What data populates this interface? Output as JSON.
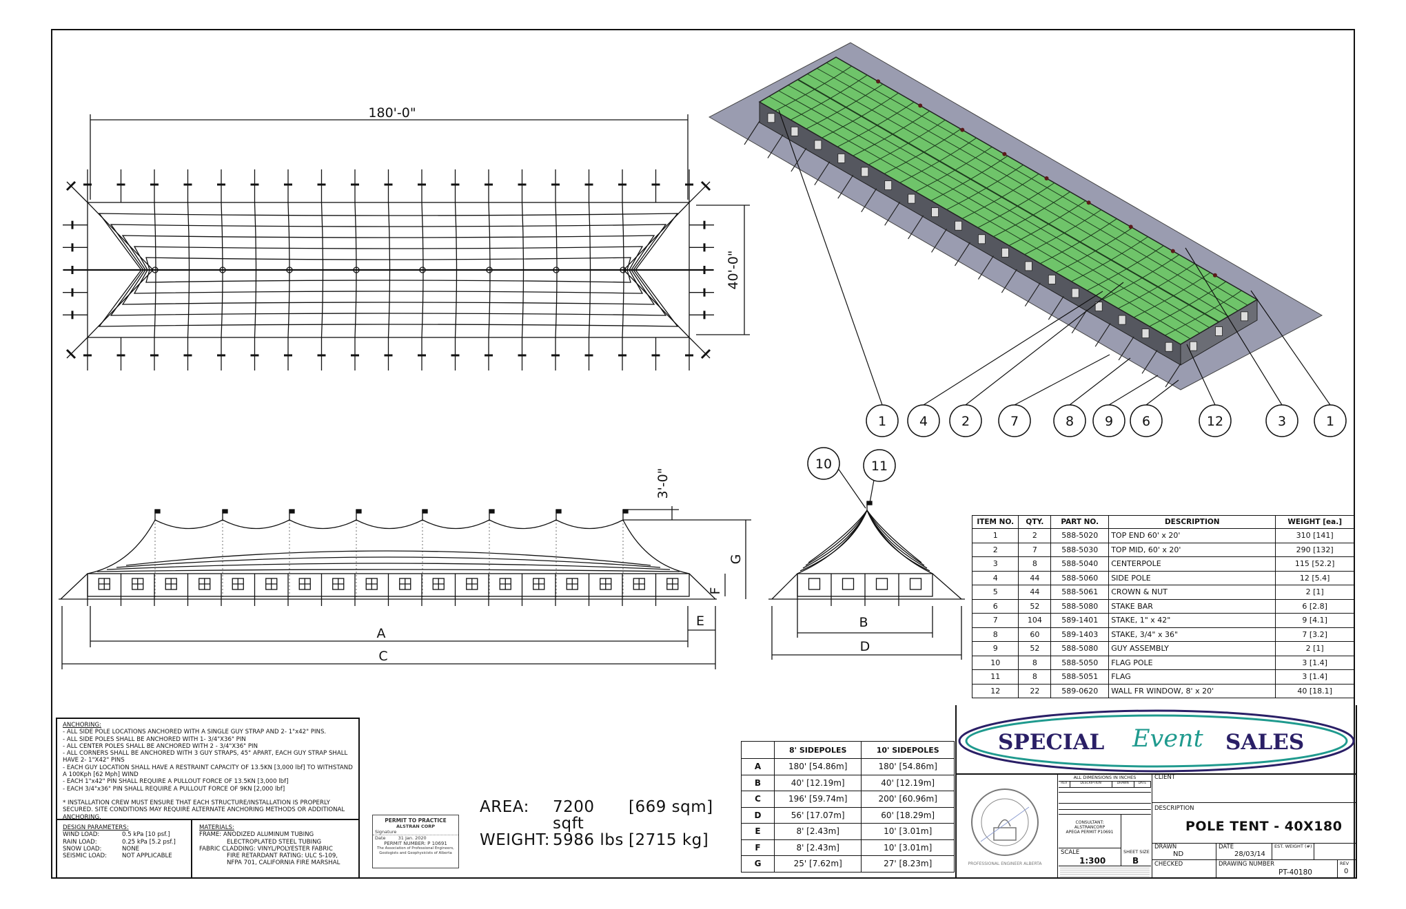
{
  "plan_view": {
    "length_dim": "180'-0\"",
    "width_dim": "40'-0\""
  },
  "elevation": {
    "dim_A": "A",
    "dim_C": "C",
    "dim_E": "E",
    "dim_F": "F",
    "dim_G": "G",
    "dim_flag": "3'-0\"",
    "dim_B": "B",
    "dim_D": "D"
  },
  "balloons_iso": [
    "1",
    "4",
    "2",
    "7",
    "8",
    "9",
    "6",
    "12",
    "3",
    "1"
  ],
  "balloons_end": [
    "10",
    "11"
  ],
  "parts_table": {
    "headers": [
      "ITEM NO.",
      "QTY.",
      "PART NO.",
      "DESCRIPTION",
      "WEIGHT [ea.]"
    ],
    "rows": [
      [
        "1",
        "2",
        "588-5020",
        "TOP END 60' x 20'",
        "310 [141]"
      ],
      [
        "2",
        "7",
        "588-5030",
        "TOP MID, 60' x 20'",
        "290 [132]"
      ],
      [
        "3",
        "8",
        "588-5040",
        "CENTERPOLE",
        "115 [52.2]"
      ],
      [
        "4",
        "44",
        "588-5060",
        "SIDE POLE",
        "12 [5.4]"
      ],
      [
        "5",
        "44",
        "588-5061",
        "CROWN & NUT",
        "2 [1]"
      ],
      [
        "6",
        "52",
        "588-5080",
        "STAKE BAR",
        "6 [2.8]"
      ],
      [
        "7",
        "104",
        "589-1401",
        "STAKE, 1\" x 42\"",
        "9 [4.1]"
      ],
      [
        "8",
        "60",
        "589-1403",
        "STAKE, 3/4\" x 36\"",
        "7 [3.2]"
      ],
      [
        "9",
        "52",
        "588-5080",
        "GUY ASSEMBLY",
        "2 [1]"
      ],
      [
        "10",
        "8",
        "588-5050",
        "FLAG POLE",
        "3 [1.4]"
      ],
      [
        "11",
        "8",
        "588-5051",
        "FLAG",
        "3 [1.4]"
      ],
      [
        "12",
        "22",
        "589-0620",
        "WALL FR WINDOW, 8' x 20'",
        "40 [18.1]"
      ]
    ]
  },
  "dims_table": {
    "headers": [
      "",
      "8' SIDEPOLES",
      "10' SIDEPOLES"
    ],
    "rows": [
      [
        "A",
        "180' [54.86m]",
        "180' [54.86m]"
      ],
      [
        "B",
        "40' [12.19m]",
        "40' [12.19m]"
      ],
      [
        "C",
        "196' [59.74m]",
        "200' [60.96m]"
      ],
      [
        "D",
        "56' [17.07m]",
        "60' [18.29m]"
      ],
      [
        "E",
        "8' [2.43m]",
        "10' [3.01m]"
      ],
      [
        "F",
        "8' [2.43m]",
        "10' [3.01m]"
      ],
      [
        "G",
        "25' [7.62m]",
        "27' [8.23m]"
      ]
    ]
  },
  "notes": {
    "anchoring_title": "ANCHORING:",
    "anchoring": [
      "- ALL SIDE POLE LOCATIONS ANCHORED WITH A SINGLE GUY STRAP AND 2- 1\"x42\" PINS.",
      "- ALL SIDE POLES SHALL BE ANCHORED WITH 1- 3/4\"X36\" PIN",
      "- ALL CENTER POLES SHALL BE ANCHORED WITH 2 - 3/4\"X36\" PIN",
      "- ALL CORNERS SHALL BE ANCHORED WITH 3 GUY STRAPS, 45° APART, EACH GUY STRAP SHALL HAVE 2- 1\"X42\" PINS",
      "- EACH GUY LOCATION SHALL HAVE A RESTRAINT CAPACITY OF 13.5KN [3,000 lbf] TO WITHSTAND A 100Kph [62 Mph] WIND",
      "- EACH 1\"x42\" PIN SHALL REQUIRE A PULLOUT FORCE OF 13.5KN [3,000 lbf]",
      "- EACH 3/4\"x36\" PIN SHALL REQUIRE A PULLOUT FORCE OF 9KN [2,000 lbf]"
    ],
    "installation": "* INSTALLATION CREW MUST ENSURE THAT EACH STRUCTURE/INSTALLATION IS PROPERLY SECURED.  SITE CONDITIONS MAY REQUIRE ALTERNATE ANCHORING METHODS OR ADDITIONAL ANCHORING.",
    "design_title": "DESIGN PARAMETERS:",
    "design": [
      [
        "WIND LOAD:",
        "0.5 kPa  [10 psf.]"
      ],
      [
        "RAIN LOAD:",
        "0.25 kPa  [5.2 psf.]"
      ],
      [
        "SNOW LOAD:",
        "NONE"
      ],
      [
        "SEISMIC LOAD:",
        "NOT APPLICABLE"
      ]
    ],
    "materials_title": "MATERIALS:",
    "materials": [
      "FRAME: ANODIZED ALUMINUM TUBING",
      "ELECTROPLATED STEEL TUBING",
      "FABRIC CLADDING: VINYL/POLYESTER FABRIC",
      "FIRE RETARDANT RATING: ULC S-109,",
      "NFPA 701, CALIFORNIA FIRE MARSHAL"
    ]
  },
  "permit_stamp": {
    "title": "PERMIT TO PRACTICE",
    "company": "ALSTRAN CORP",
    "signature_label": "Signature",
    "date_label": "Date",
    "date": "31 Jan. 2020",
    "permit_number": "PERMIT NUMBER:  P 10691",
    "association": "The Association of Professional Engineers, Geologists and Geophysicists of Alberta"
  },
  "summary": {
    "area_label": "AREA:",
    "area_value": "7200 sqft",
    "area_metric": "[669 sqm]",
    "weight_label": "WEIGHT:",
    "weight_value": "5986 lbs",
    "weight_metric": "[2715 kg]"
  },
  "logo": {
    "word1": "SPECIAL",
    "word2": "Event",
    "word3": "SALES",
    "navy": "#2a1f66",
    "teal": "#1f9a8e"
  },
  "seal": {
    "text": "PROFESSIONAL ENGINEER ALBERTA"
  },
  "title_block": {
    "dimensions_note": "ALL DIMENSIONS IN INCHES",
    "rev_headers": [
      "REV",
      "DESCRIPTION",
      "DRAWN",
      "DATE"
    ],
    "consultant": "CONSULTANT:",
    "consultant_name": "ALSTRANCORP",
    "consultant_permit": "APEGA PERMIT P10691",
    "client_label": "CLIENT",
    "description_label": "DESCRIPTION",
    "description": "POLE TENT - 40X180",
    "scale_label": "SCALE",
    "scale": "1:300",
    "sheet_size_label": "SHEET SIZE",
    "sheet_size": "B",
    "drawn_label": "DRAWN",
    "drawn": "ND",
    "date_label": "DATE",
    "date": "28/03/14",
    "est_weight_label": "EST. WEIGHT (#)",
    "checked_label": "CHECKED",
    "drawing_number_label": "DRAWING NUMBER",
    "drawing_number": "PT-40180",
    "rev_label": "REV",
    "rev": "0"
  },
  "colors": {
    "roof_green": "#6fc46a",
    "ground_gray": "#9a9cb0",
    "wall_gray": "#55575f"
  }
}
